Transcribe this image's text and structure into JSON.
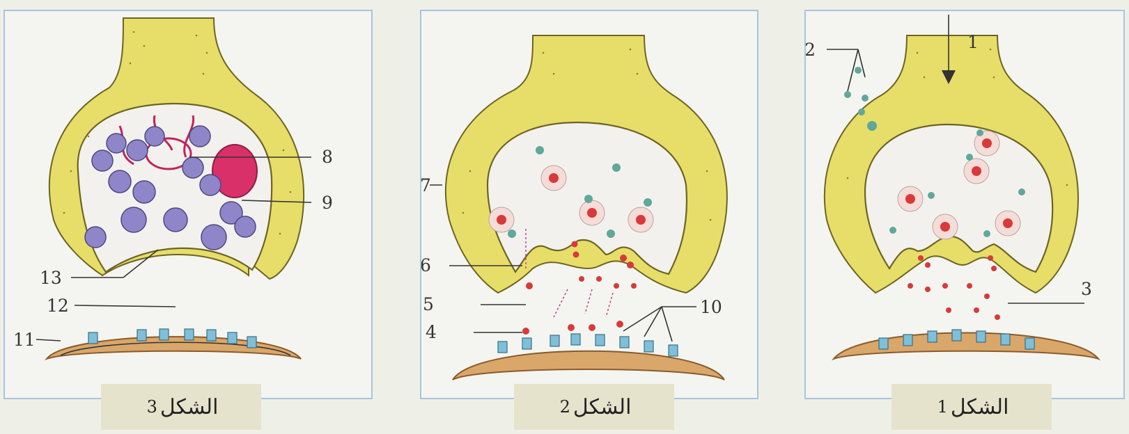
{
  "figures": [
    {
      "id": "fig3",
      "caption_word": "الشكل",
      "caption_number": "3",
      "labels": [
        "8",
        "9",
        "11",
        "12",
        "13"
      ]
    },
    {
      "id": "fig2",
      "caption_word": "الشكل",
      "caption_number": "2",
      "labels": [
        "4",
        "5",
        "6",
        "7",
        "10"
      ]
    },
    {
      "id": "fig1",
      "caption_word": "الشكل",
      "caption_number": "1",
      "labels": [
        "1",
        "2",
        "3"
      ]
    }
  ],
  "colors": {
    "terminal": "#e7de6a",
    "terminal_edge": "#6d6422",
    "vesicle_purple": "#8f86c9",
    "mitochondrion": "#d9306a",
    "neurotransmitter": "#d83a3a",
    "receptor": "#7fbfd8",
    "membrane": "#d9a76a",
    "ion": "#5fa89a"
  }
}
